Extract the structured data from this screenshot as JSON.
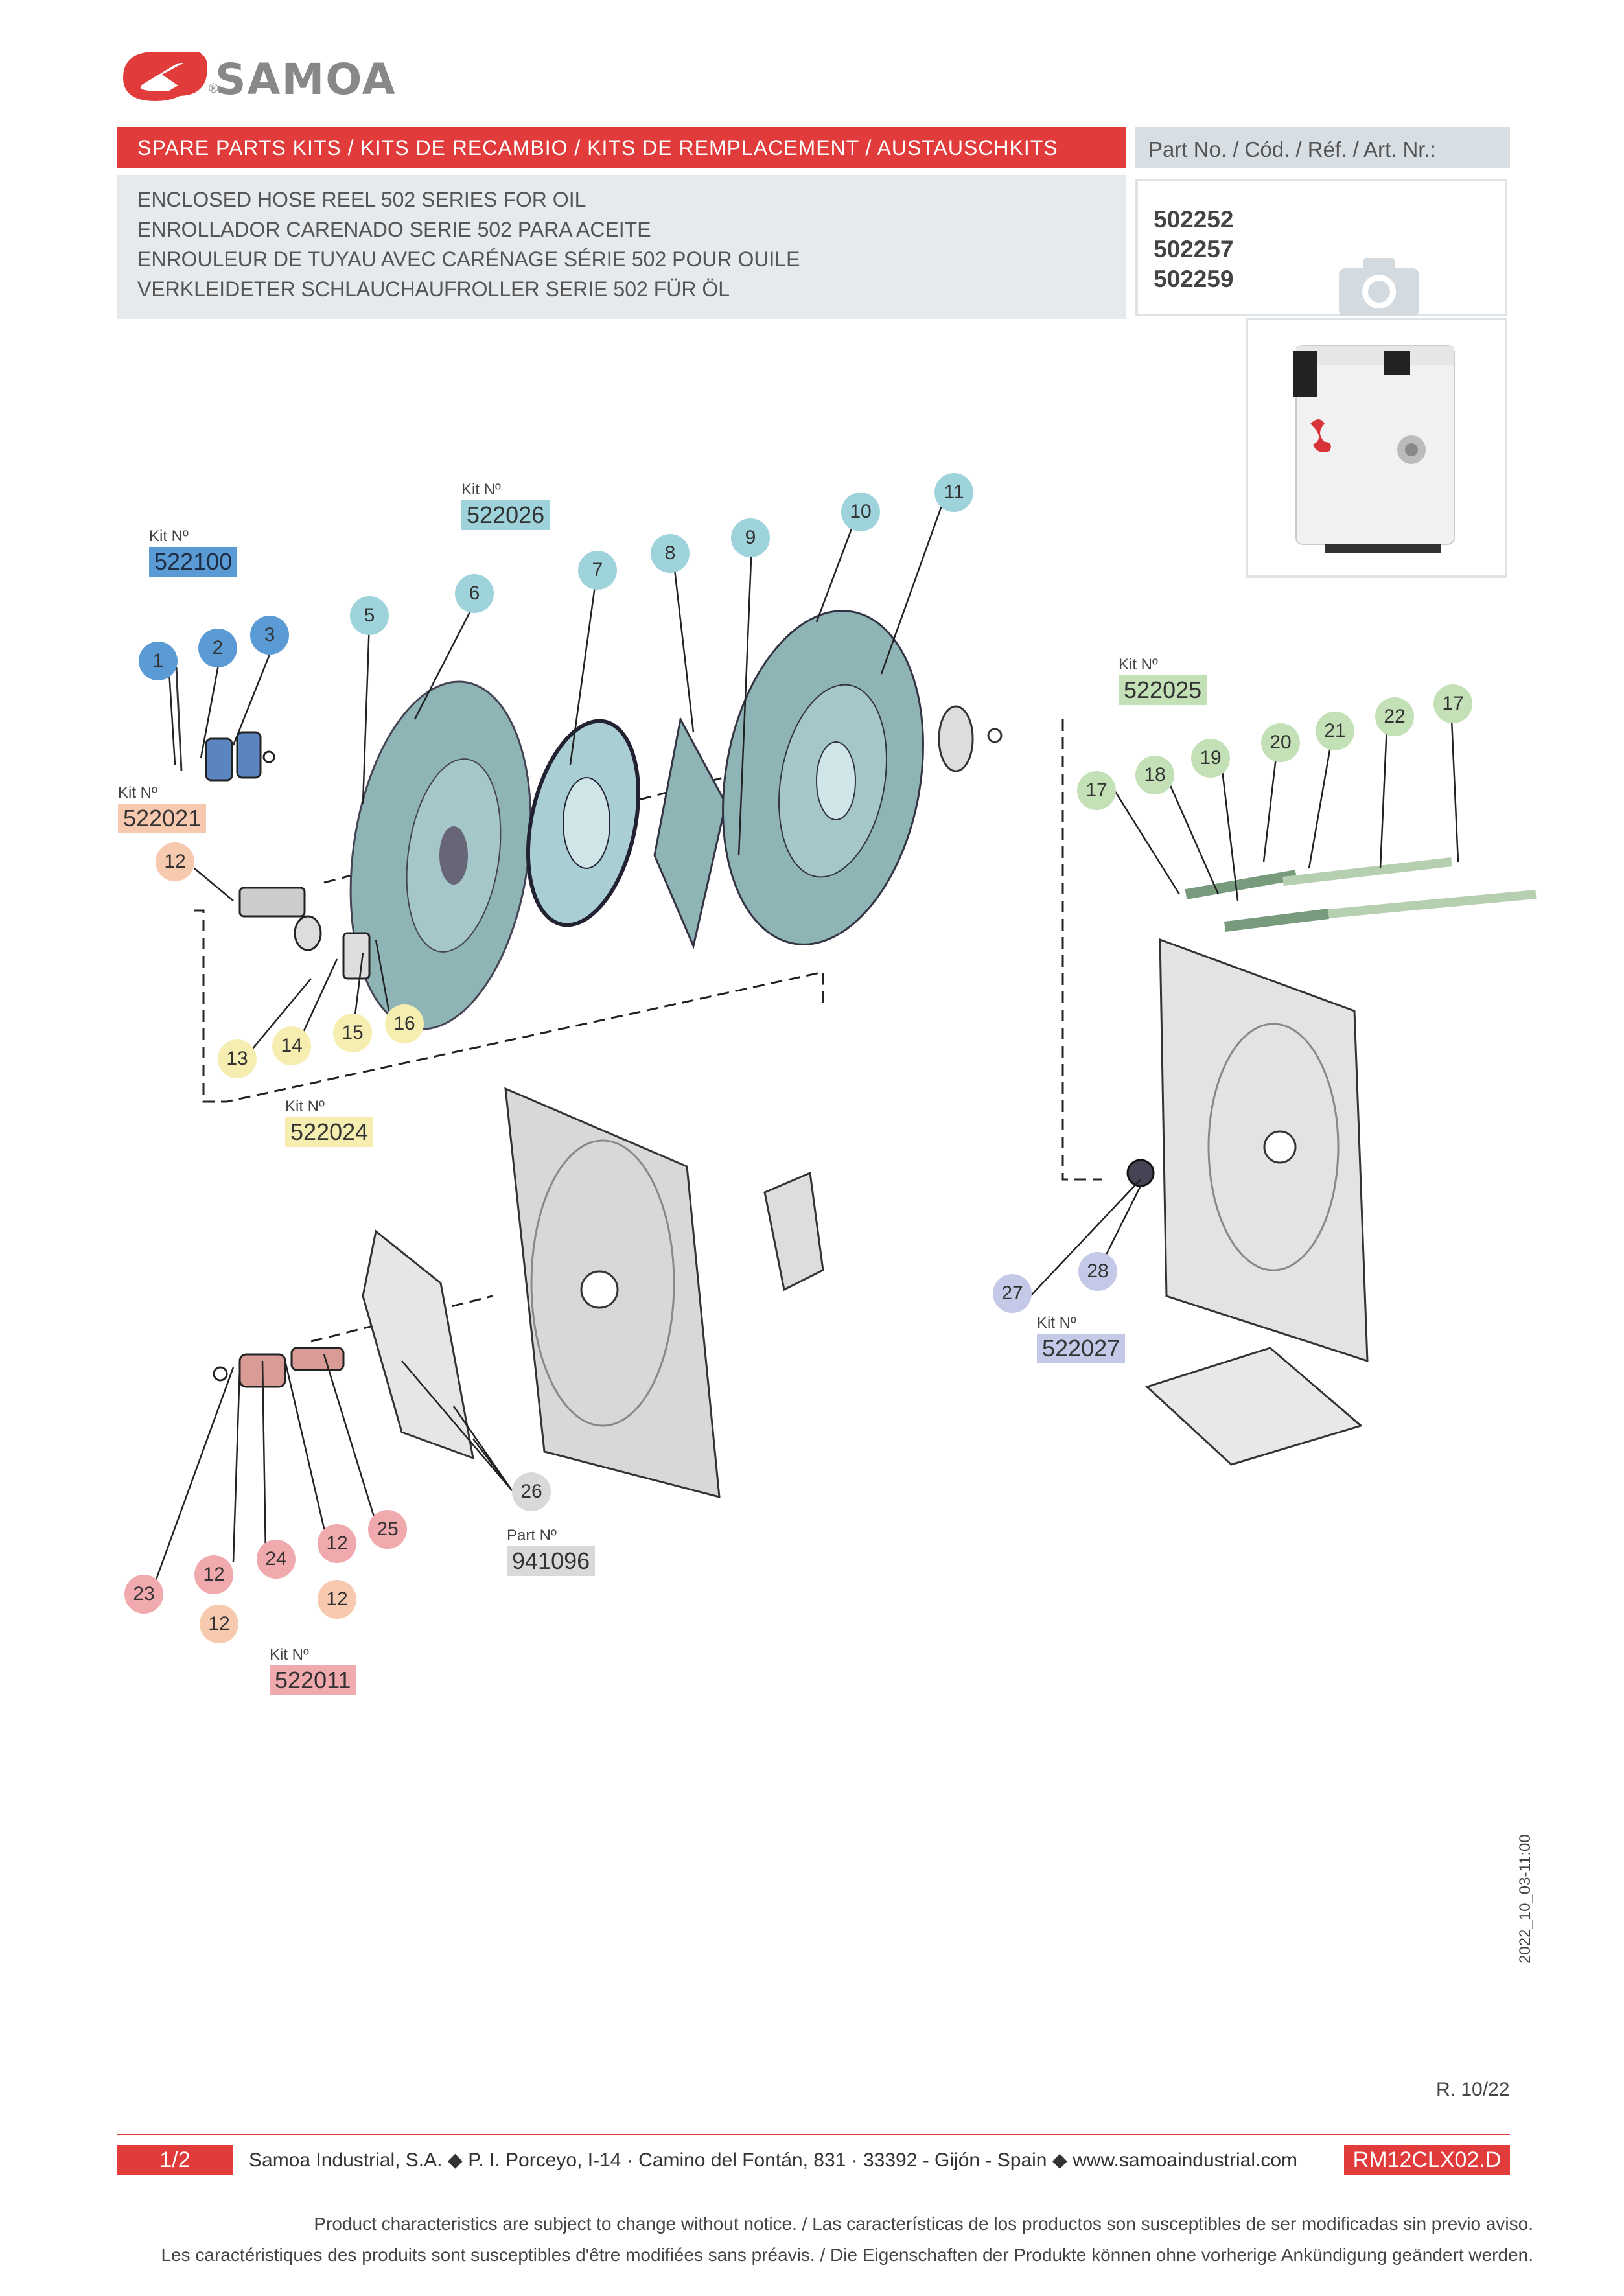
{
  "header": {
    "brand": "SAMOA",
    "brand_reg": "®",
    "title": "SPARE PARTS KITS / KITS DE RECAMBIO / KITS DE REMPLACEMENT / AUSTAUSCHKITS",
    "part_no_label": "Part No. / Cód. / Réf. / Art. Nr.:",
    "description_lines": [
      "ENCLOSED HOSE REEL 502 SERIES FOR OIL",
      "ENROLLADOR CARENADO SERIE 502 PARA ACEITE",
      "ENROULEUR DE TUYAU AVEC CARÉNAGE SÉRIE 502 POUR OUILE",
      "VERKLEIDETER SCHLAUCHAUFROLLER SERIE 502 FÜR ÖL"
    ],
    "part_numbers": [
      "502252",
      "502257",
      "502259"
    ]
  },
  "kits": [
    {
      "label": "Kit Nº",
      "number": "522100"
    },
    {
      "label": "Kit Nº",
      "number": "522026"
    },
    {
      "label": "Kit Nº",
      "number": "522021"
    },
    {
      "label": "Kit Nº",
      "number": "522025"
    },
    {
      "label": "Kit Nº",
      "number": "522024"
    },
    {
      "label": "Kit Nº",
      "number": "522027"
    },
    {
      "label": "Part Nº",
      "number": "941096"
    },
    {
      "label": "Kit Nº",
      "number": "522011"
    }
  ],
  "callouts": [
    "1",
    "2",
    "3",
    "5",
    "6",
    "7",
    "8",
    "9",
    "10",
    "11",
    "12",
    "13",
    "14",
    "15",
    "16",
    "17",
    "18",
    "19",
    "20",
    "21",
    "22",
    "17",
    "27",
    "28",
    "26",
    "23",
    "12",
    "24",
    "12",
    "25",
    "12",
    "12"
  ],
  "colors": {
    "brand_red": "#e23b3b",
    "blue": "#5b9bd5",
    "teal": "#9ed3dc",
    "peach": "#f7c9ae",
    "green": "#c4e0b6",
    "yellow": "#f6eeb0",
    "lavender": "#c3c9e6",
    "grey": "#d9d9d9",
    "pink": "#f0a9ad"
  },
  "footer": {
    "revision": "R. 10/22",
    "timestamp": "2022_10_03-11:00",
    "page": "1/2",
    "company": "Samoa Industrial, S.A. ◆   P. I. Porceyo,  I-14 · Camino del Fontán, 831 · 33392 - Gijón - Spain   ◆  www.samoaindustrial.com",
    "doc_code": "RM12CLX02.D",
    "disclaimer_1": "Product characteristics are subject to change without notice. / Las características de los productos son susceptibles de ser modificadas sin previo aviso.",
    "disclaimer_2": "Les caractéristiques des produits sont susceptibles d'être modifiées sans préavis. / Die Eigenschaften der Produkte können ohne vorherige Ankündigung geändert werden."
  }
}
